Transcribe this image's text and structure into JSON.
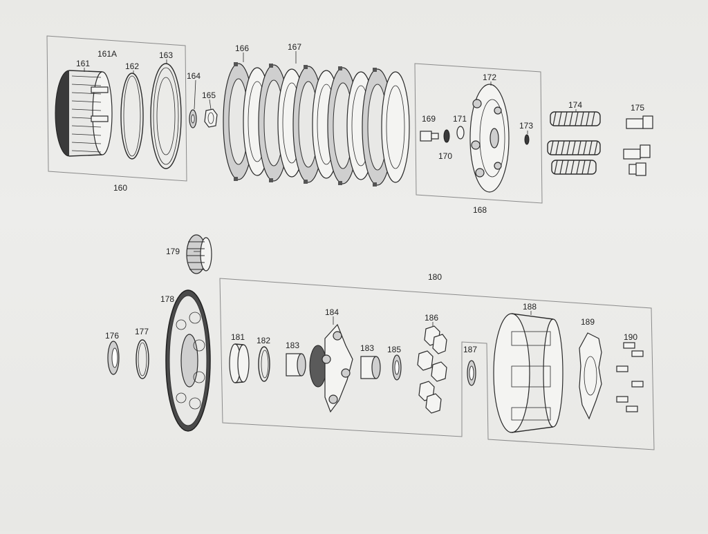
{
  "diagram": {
    "labels": {
      "l160": "160",
      "l161": "161",
      "l161A": "161A",
      "l162": "162",
      "l163": "163",
      "l164": "164",
      "l165": "165",
      "l166": "166",
      "l167": "167",
      "l168": "168",
      "l169": "169",
      "l170": "170",
      "l171": "171",
      "l172": "172",
      "l173": "173",
      "l174": "174",
      "l175": "175",
      "l176": "176",
      "l177": "177",
      "l178": "178",
      "l179": "179",
      "l180": "180",
      "l181": "181",
      "l182": "182",
      "l183a": "183",
      "l183b": "183",
      "l184": "184",
      "l185": "185",
      "l186": "186",
      "l187": "187",
      "l188": "188",
      "l189": "189",
      "l190": "190"
    }
  }
}
